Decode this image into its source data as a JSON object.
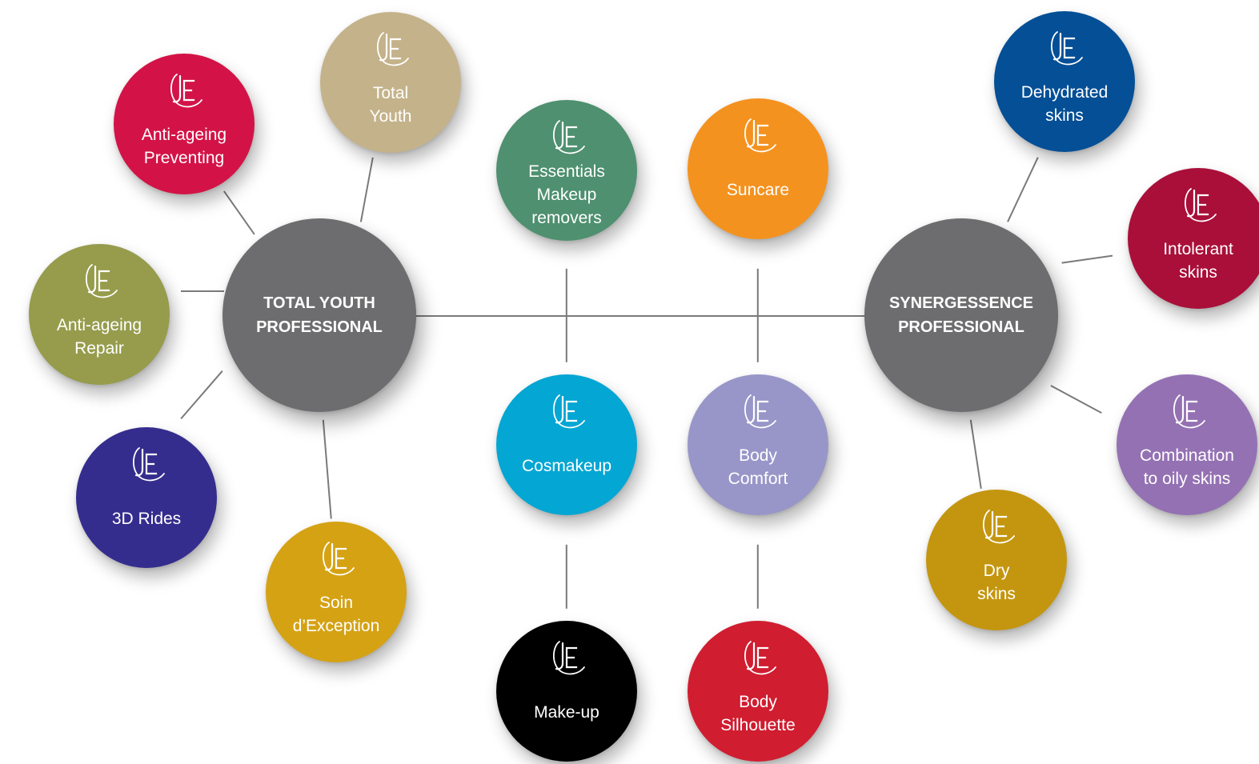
{
  "hubs": [
    {
      "id": "total-youth-professional",
      "label": "TOTAL YOUTH\nPROFESSIONAL",
      "color": "#6d6d6f"
    },
    {
      "id": "synergessence-professional",
      "label": "SYNERGESSENCE\nPROFESSIONAL",
      "color": "#6d6d6f"
    }
  ],
  "nodes": [
    {
      "id": "anti-ageing-preventing",
      "label": "Anti-ageing\nPreventing",
      "color": "#d31347",
      "logo": "je-logo"
    },
    {
      "id": "total-youth",
      "label": "Total\nYouth",
      "color": "#c4b28a",
      "logo": "je-logo"
    },
    {
      "id": "anti-ageing-repair",
      "label": "Anti-ageing\nRepair",
      "color": "#969c4c",
      "logo": "je-logo"
    },
    {
      "id": "3d-rides",
      "label": "3D Rides",
      "color": "#352d8d",
      "logo": "je-logo"
    },
    {
      "id": "soin-dexception",
      "label": "Soin\nd’Exception",
      "color": "#d5a214",
      "logo": "je-logo"
    },
    {
      "id": "essentials-makeup-removers",
      "label": "Essentials\nMakeup\nremovers",
      "color": "#4e906f",
      "logo": "je-logo"
    },
    {
      "id": "suncare",
      "label": "Suncare",
      "color": "#f4921f",
      "logo": "je-logo"
    },
    {
      "id": "cosmakeup",
      "label": "Cosmakeup",
      "color": "#04a6d3",
      "logo": "je-logo"
    },
    {
      "id": "body-comfort",
      "label": "Body\nComfort",
      "color": "#9896c8",
      "logo": "je-logo"
    },
    {
      "id": "make-up",
      "label": "Make-up",
      "color": "#000000",
      "logo": "je-logo"
    },
    {
      "id": "body-silhouette",
      "label": "Body\nSilhouette",
      "color": "#d01d30",
      "logo": "je-logo"
    },
    {
      "id": "dehydrated-skins",
      "label": "Dehydrated\nskins",
      "color": "#044f96",
      "logo": "je-logo"
    },
    {
      "id": "intolerant-skins",
      "label": "Intolerant\nskins",
      "color": "#a90f39",
      "logo": "je-logo"
    },
    {
      "id": "combination-to-oily-skins",
      "label": "Combination\nto oily skins",
      "color": "#9471b3",
      "logo": "je-logo"
    },
    {
      "id": "dry-skins",
      "label": "Dry\nskins",
      "color": "#c4960f",
      "logo": "je-logo"
    }
  ],
  "logo_color": "#ffffff",
  "connector_color": "#7a7a7a"
}
